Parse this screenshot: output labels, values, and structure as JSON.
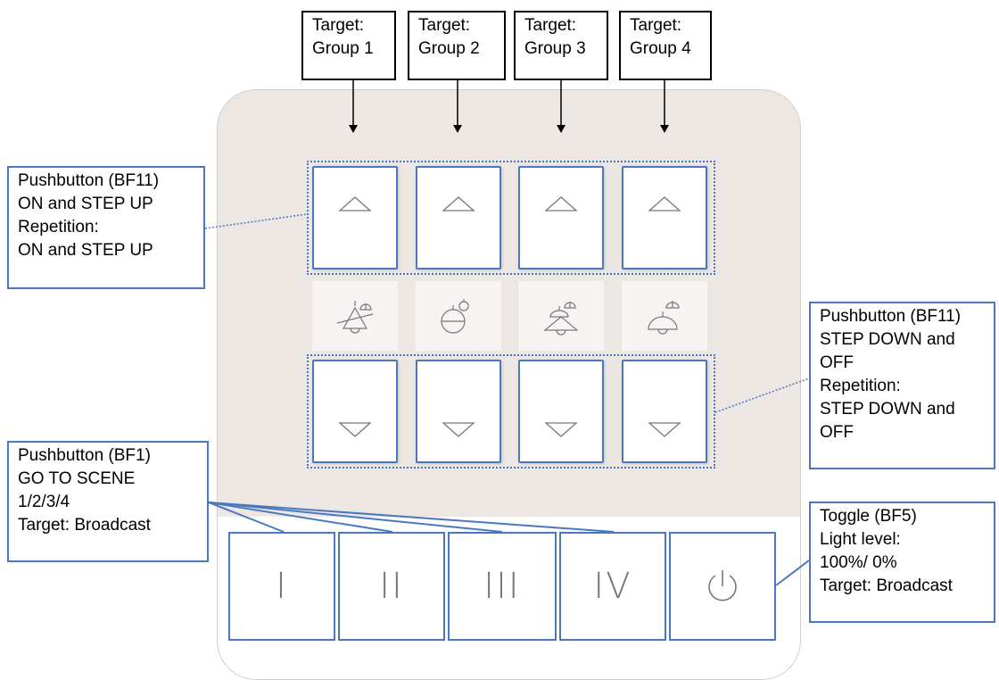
{
  "targets": [
    {
      "line1": "Target:",
      "line2": "Group 1"
    },
    {
      "line1": "Target:",
      "line2": "Group 2"
    },
    {
      "line1": "Target:",
      "line2": "Group 3"
    },
    {
      "line1": "Target:",
      "line2": "Group 4"
    }
  ],
  "callouts": {
    "step_up": [
      "Pushbutton (BF11)",
      "ON and STEP UP",
      "Repetition:",
      "ON and STEP UP"
    ],
    "step_down": [
      "Pushbutton (BF11)",
      "STEP DOWN and",
      "OFF",
      "Repetition:",
      "STEP DOWN and",
      "OFF"
    ],
    "scene": [
      "Pushbutton (BF1)",
      "GO TO SCENE",
      "1/2/3/4",
      "Target: Broadcast"
    ],
    "toggle": [
      "Toggle (BF5)",
      "Light level:",
      "100%/ 0%",
      "Target: Broadcast"
    ]
  },
  "scene_buttons": [
    "I",
    "II",
    "III",
    "IV"
  ],
  "icons": {
    "up": "triangle-up-icon",
    "down": "triangle-down-icon",
    "lamps": [
      "pendant-lamp-icon",
      "globe-lamp-icon",
      "double-pendant-lamp-icon",
      "dome-lamp-icon"
    ],
    "power": "power-icon"
  },
  "colors": {
    "accent": "#4a78c0",
    "panel": "#ede7e4"
  }
}
